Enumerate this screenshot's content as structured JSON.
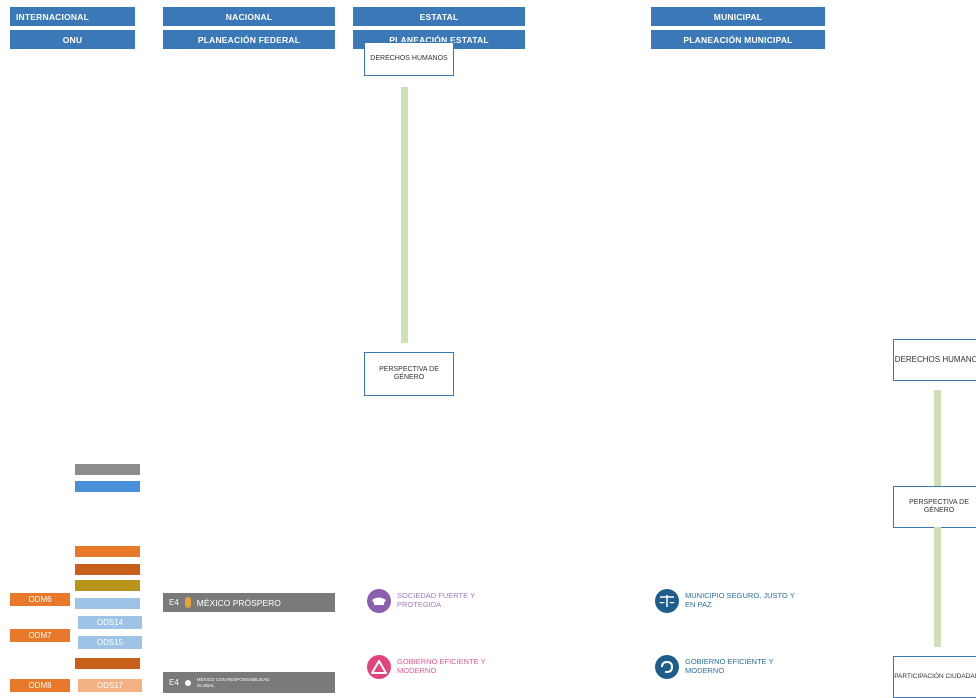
{
  "headers": {
    "internacional": "INTERNACIONAL",
    "nacional": "NACIONAL",
    "estatal": "ESTATAL",
    "municipal": "MUNICIPAL",
    "onu": "ONU",
    "planeacion_federal": "PLANEACIÓN FEDERAL",
    "planeacion_estatal": "PLANEACIÓN ESTATAL",
    "planeacion_municipal": "PLANEACIÓN MUNICIPAL"
  },
  "estatal_transversales": {
    "derechos_humanos": "DERECHOS HUMANOS",
    "perspectiva_genero": "PERSPECTIVA DE GÉNERO"
  },
  "municipal_transversales": {
    "derechos_humanos": "DERECHOS HUMANOS",
    "perspectiva_genero": "PERSPECTIVA DE GÉNERO",
    "participacion": "PARTICIPACIÓN CIUDADANA"
  },
  "onu_tags": {
    "odm6": "ODM6",
    "odm7": "ODM7",
    "odm8": "ODM8",
    "ods14": "ODS14",
    "ods15": "ODS15",
    "ods17": "ODS17"
  },
  "colors": {
    "header_blue": "#3a78b8",
    "line_green": "#cfe0b7",
    "odm_orange": "#e8782a",
    "ods_light_blue": "#9dc3e6",
    "ods_salmon": "#f2b183",
    "estatal_purple": "#8b5fb0",
    "estatal_pink": "#e0467c",
    "municipal_blue": "#1f5e8c"
  },
  "nacional": {
    "row1_code": "E4",
    "row1_label": "MÉXICO PRÓSPERO",
    "row2_code": "E4",
    "row2_label": "MÉXICO CON RESPONSABILIDAD GLOBAL"
  },
  "estatal_axes": {
    "axis1": "SOCIEDAD FUERTE Y PROTEGIDA",
    "axis2": "GOBIERNO EFICIENTE Y MODERNO"
  },
  "municipal_axes": {
    "axis1": "MUNICIPIO SEGURO, JUSTO Y EN PAZ",
    "axis2": "GOBIERNO EFICIENTE Y MODERNO"
  }
}
